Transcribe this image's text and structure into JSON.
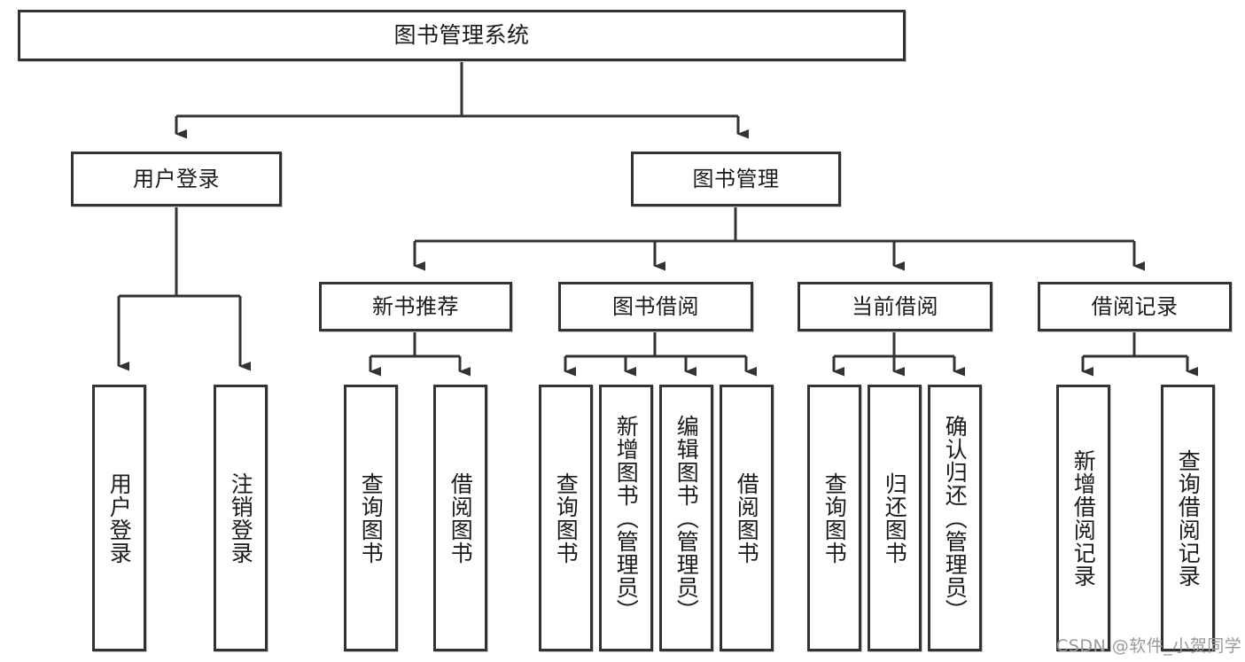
{
  "diagram": {
    "title": "图书管理系统",
    "type": "tree-hierarchy",
    "orientation": "top-down",
    "colors": {
      "box_border": "#333333",
      "box_fill": "#ffffff",
      "connector": "#333333",
      "watermark": "#9a9a9a",
      "background": "#ffffff"
    },
    "root": {
      "label": "图书管理系统"
    },
    "level1": [
      {
        "label": "用户登录"
      },
      {
        "label": "图书管理"
      }
    ],
    "level2": [
      {
        "label": "新书推荐"
      },
      {
        "label": "图书借阅"
      },
      {
        "label": "当前借阅"
      },
      {
        "label": "借阅记录"
      }
    ],
    "leaves": {
      "user_login": [
        {
          "label": "用户登录"
        },
        {
          "label": "注销登录"
        }
      ],
      "new_book_recommend": [
        {
          "label": "查询图书"
        },
        {
          "label": "借阅图书"
        }
      ],
      "book_borrow": [
        {
          "label": "查询图书"
        },
        {
          "label": "新增图书（管理员）"
        },
        {
          "label": "编辑图书（管理员）"
        },
        {
          "label": "借阅图书"
        }
      ],
      "current_borrow": [
        {
          "label": "查询图书"
        },
        {
          "label": "归还图书"
        },
        {
          "label": "确认归还（管理员）"
        }
      ],
      "borrow_record": [
        {
          "label": "新增借阅记录"
        },
        {
          "label": "查询借阅记录"
        }
      ]
    }
  },
  "watermark": {
    "text": "CSDN @软件_小贺同学"
  }
}
